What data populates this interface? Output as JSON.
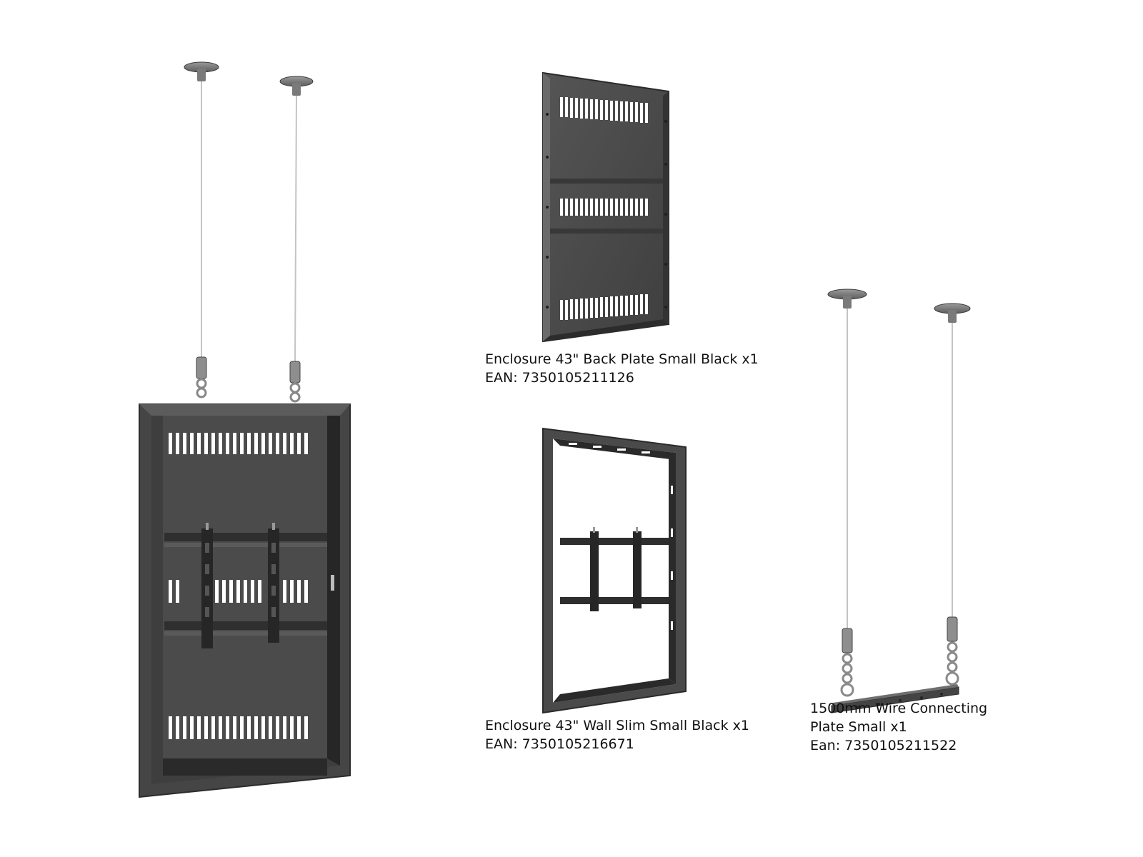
{
  "products": {
    "assembled": {
      "name": "",
      "icon": "enclosure-assembled-hanging-illustration"
    },
    "back_plate": {
      "name": "Enclosure 43\" Back Plate Small Black x1",
      "ean": "EAN: 7350105211126",
      "icon": "back-plate-illustration"
    },
    "wall_slim": {
      "name": "Enclosure 43\" Wall Slim Small Black x1",
      "ean": "EAN: 7350105216671",
      "icon": "wall-slim-frame-illustration"
    },
    "wire_kit": {
      "name_line1": "1500mm Wire Connecting",
      "name_line2": "Plate Small x1",
      "ean": "Ean: 7350105211522",
      "icon": "wire-connecting-plate-illustration"
    }
  },
  "colors": {
    "metal_dark": "#4a4a4a",
    "metal_darker": "#2f2f2f",
    "metal_shadow": "#1c1c1c",
    "wire": "#c8c8c8",
    "text": "#111111",
    "background": "#ffffff"
  }
}
